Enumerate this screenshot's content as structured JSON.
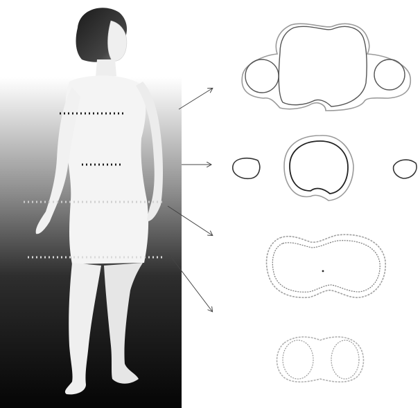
{
  "figure": {
    "kind": "body cross-section figure",
    "panels": [
      {
        "name": "chest-section",
        "shape": "thorax with both arms"
      },
      {
        "name": "upper-torso-section",
        "shape": "torso with separated arms"
      },
      {
        "name": "waist-section",
        "shape": "hip/waist outline"
      },
      {
        "name": "thigh-section",
        "shape": "two thighs"
      }
    ],
    "colors": {
      "background": "#ffffff",
      "figure_body": "#f2f2f2",
      "gradient_top": "#d8d8d8",
      "gradient_bottom": "#050505",
      "contour_inner": "#555555",
      "contour_outer": "#9a9a9a",
      "slice_line": "#1a1a1a"
    }
  }
}
